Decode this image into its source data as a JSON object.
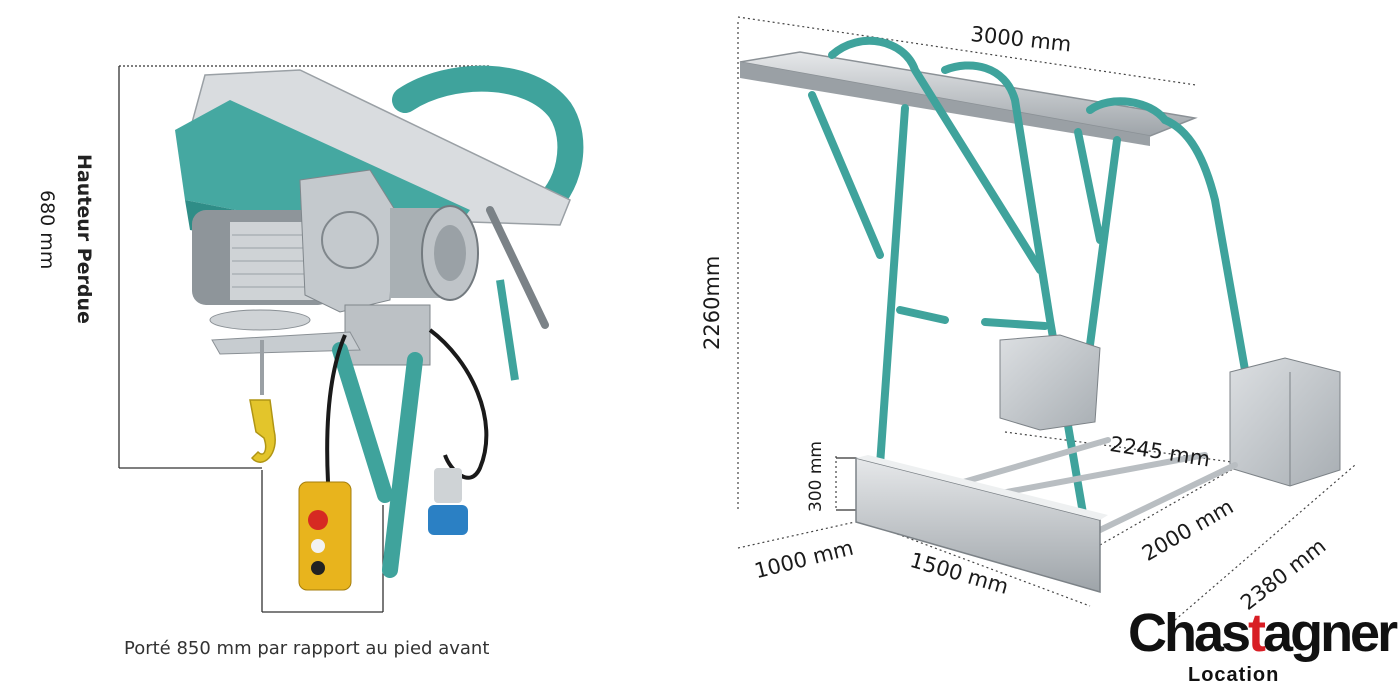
{
  "hoist": {
    "lost_height_label": "Hauteur Perdue",
    "lost_height_value": "680 mm",
    "caption": "Porté 850 mm par rapport au pied avant"
  },
  "frame": {
    "width_top": "3000 mm",
    "height": "2260mm",
    "foot_height": "300 mm",
    "rail_length": "2245 mm",
    "depth_side": "2000 mm",
    "depth_total": "2380 mm",
    "front_width": "1500 mm",
    "front_overhang": "1000 mm"
  },
  "brand": {
    "name_prefix": "Chas",
    "name_accent": "t",
    "name_mid": "a",
    "name_suffix": "gner",
    "tagline": "Location"
  },
  "colors": {
    "teal": "#3fa39c",
    "steel": "#b9bec2",
    "accent_red": "#d81e25"
  }
}
